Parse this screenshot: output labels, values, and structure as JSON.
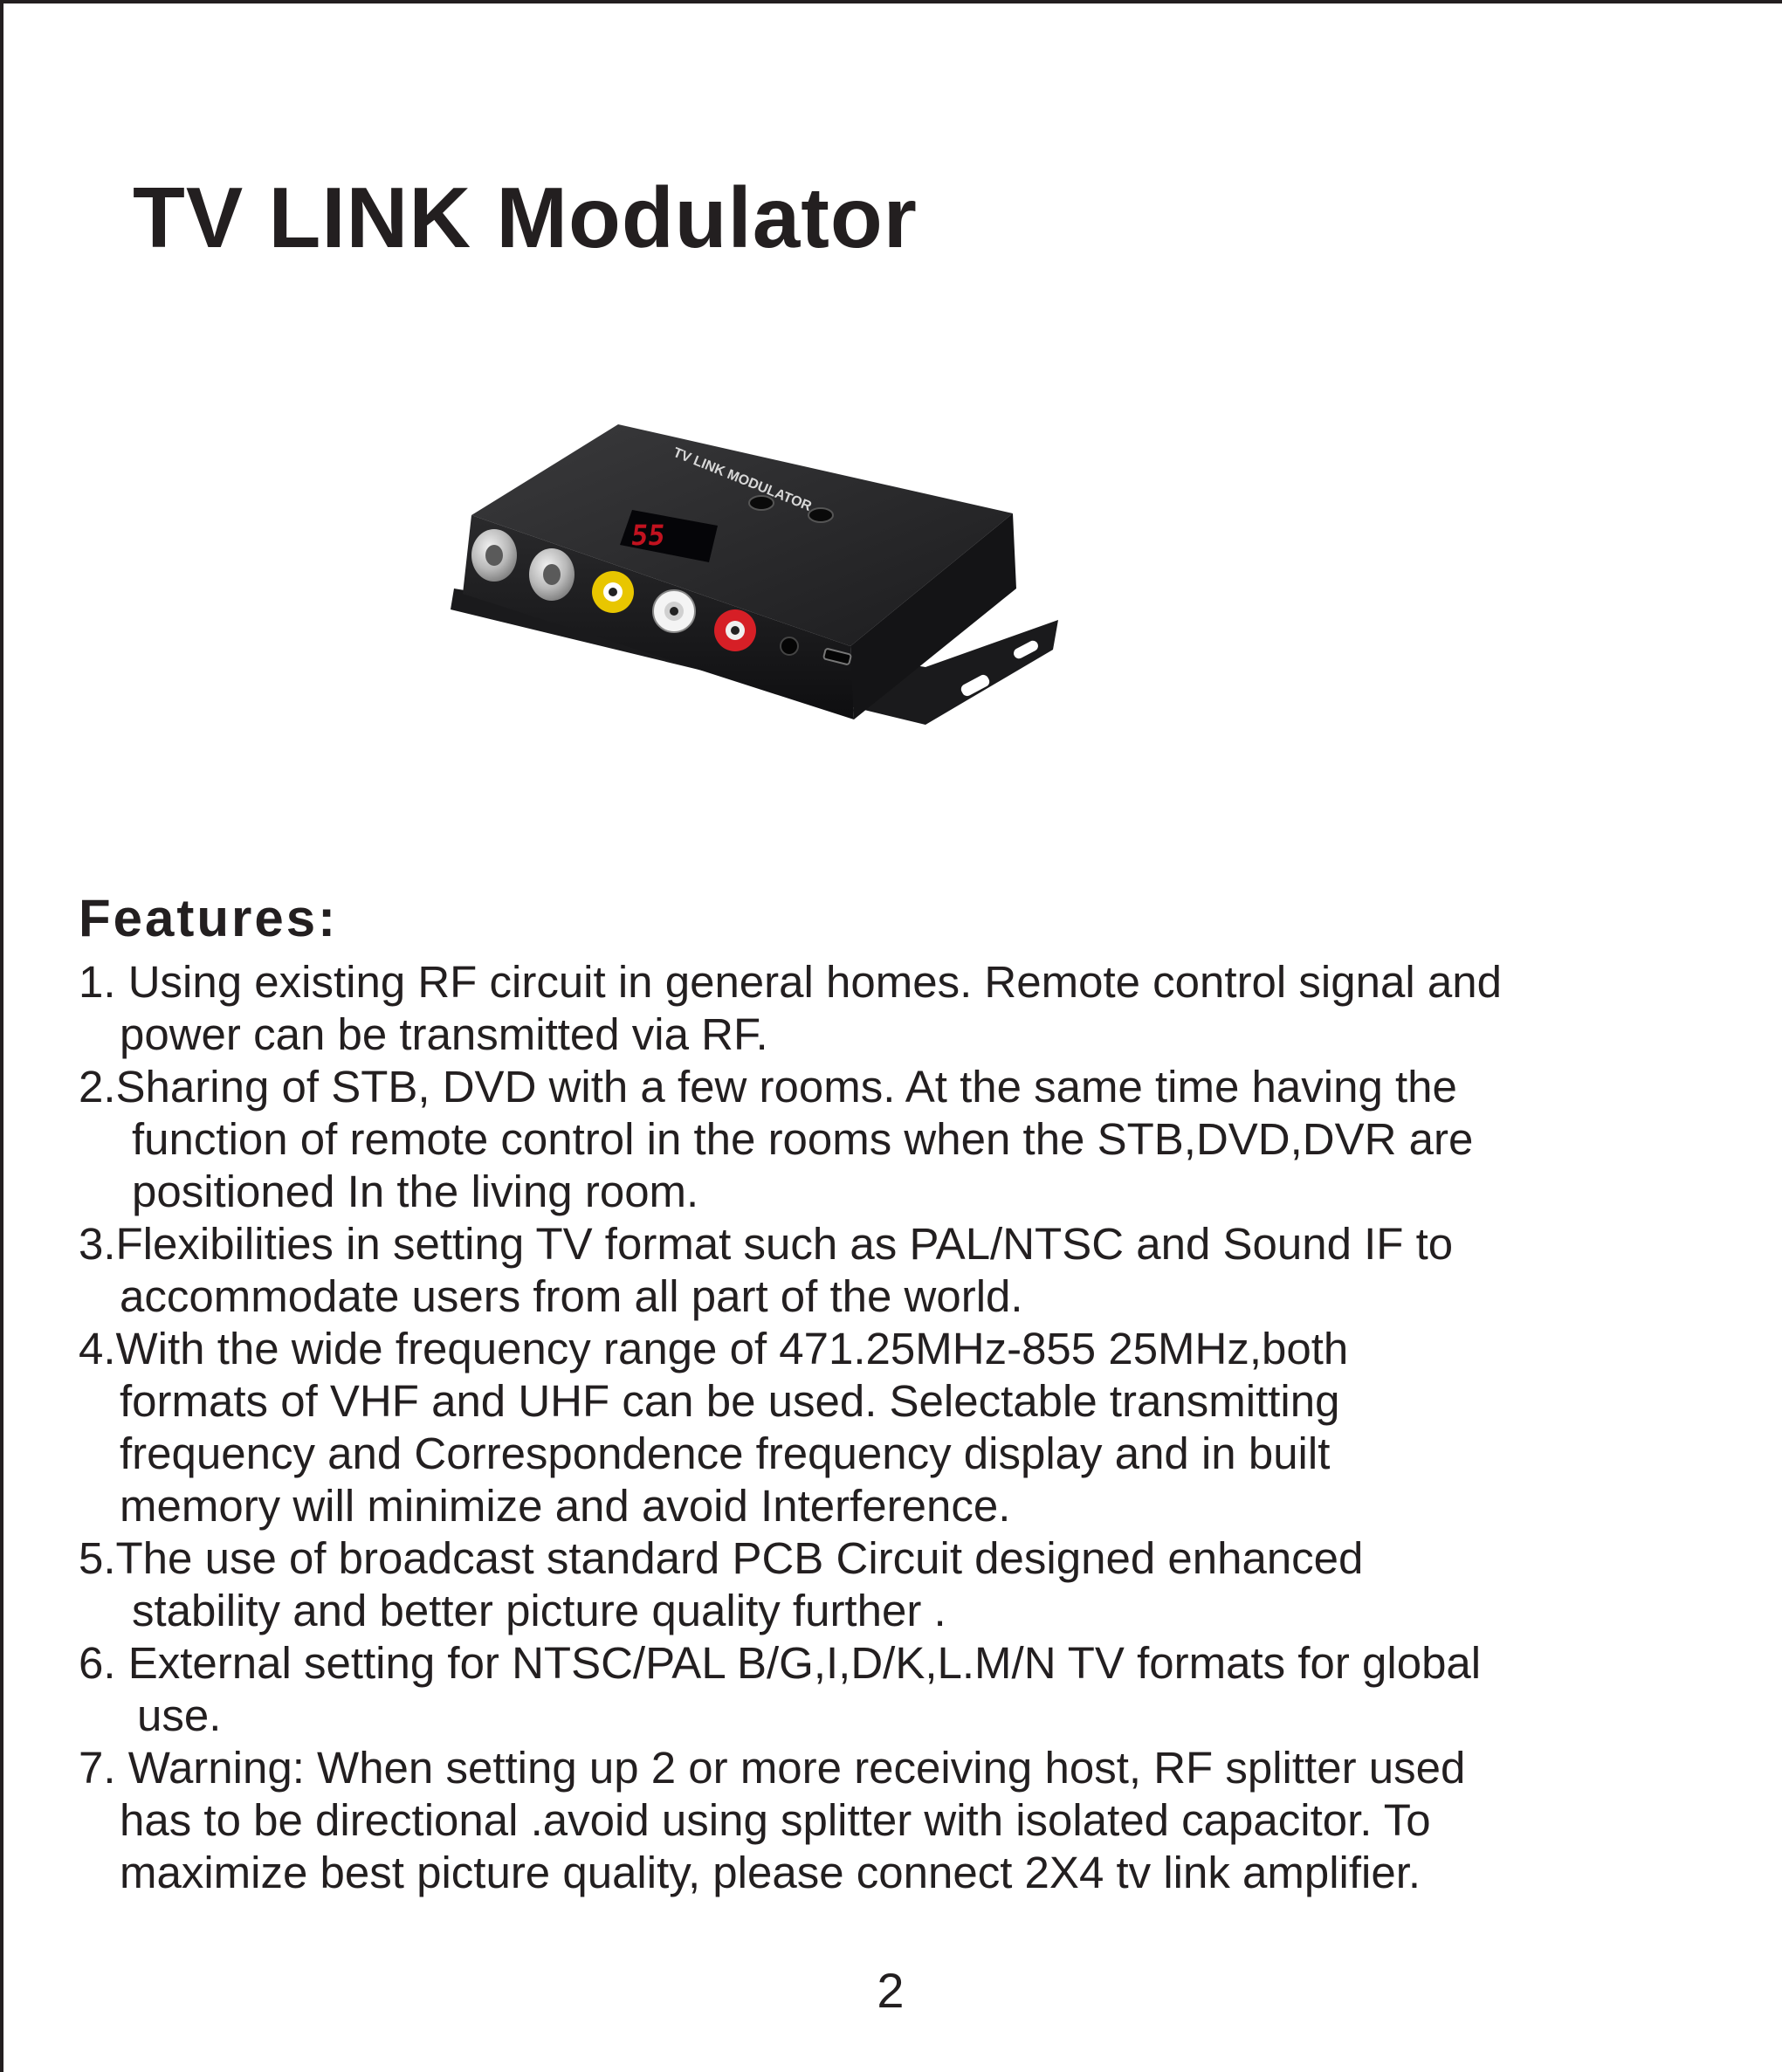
{
  "document": {
    "title": "TV LINK Modulator",
    "device_labels": {
      "top_panel": "TV LINK MODULATOR",
      "display_digits": "55"
    },
    "features_heading": "Features:",
    "features": [
      {
        "lines": [
          "1. Using existing RF circuit in general homes. Remote control signal and",
          "power can be transmitted via RF."
        ]
      },
      {
        "lines": [
          "2.Sharing of STB, DVD with a few rooms. At the same time having the",
          "function of remote control in the rooms when the STB,DVD,DVR are",
          "positioned In the living room."
        ]
      },
      {
        "lines": [
          "3.Flexibilities in setting TV format such as PAL/NTSC and Sound IF to",
          "accommodate users from all part of the world."
        ]
      },
      {
        "lines": [
          "4.With the wide frequency range of 471.25MHz-855 25MHz,both",
          "formats of VHF and UHF can be used. Selectable transmitting",
          "frequency and Correspondence frequency display and in built",
          "memory will minimize and avoid Interference."
        ]
      },
      {
        "lines": [
          "5.The use of broadcast standard PCB Circuit designed enhanced",
          "stability and better picture quality further ."
        ]
      },
      {
        "lines": [
          "6. External setting for NTSC/PAL B/G,I,D/K,L.M/N TV formats for global",
          "use."
        ]
      },
      {
        "lines": [
          "7. Warning: When setting up 2 or more receiving host, RF splitter used",
          "has to be directional .avoid using splitter with isolated capacitor. To",
          "maximize best picture quality, please connect 2X4 tv link amplifier."
        ]
      }
    ],
    "page_number": "2"
  }
}
